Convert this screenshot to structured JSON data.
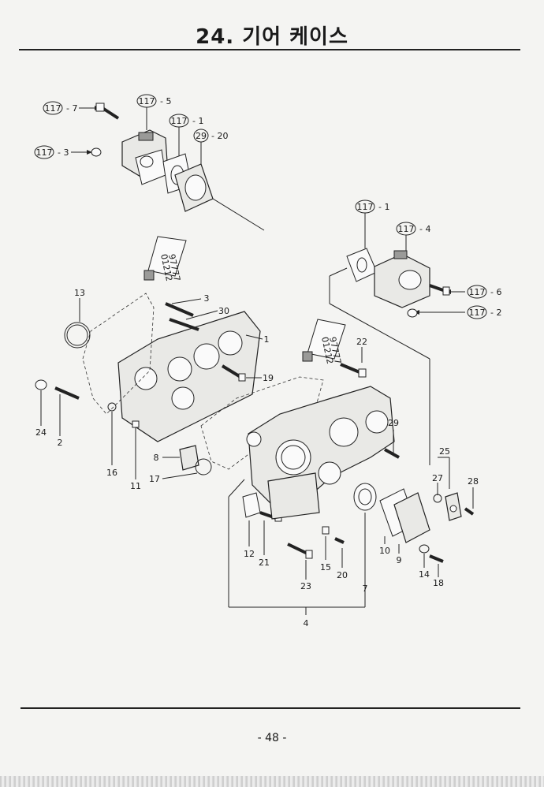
{
  "page": {
    "title": "24. 기어 케이스",
    "page_number": "- 48 -"
  },
  "tubes": [
    {
      "code_line1": "97777",
      "code_line2": "01212"
    },
    {
      "code_line1": "97777",
      "code_line2": "01212"
    }
  ],
  "ref_labels": [
    {
      "circle": "117",
      "suffix": "- 7"
    },
    {
      "circle": "117",
      "suffix": "- 5"
    },
    {
      "circle": "117",
      "suffix": "- 1"
    },
    {
      "circle": "29",
      "suffix": "- 20"
    },
    {
      "circle": "117",
      "suffix": "- 3"
    },
    {
      "circle": "117",
      "suffix": "- 1"
    },
    {
      "circle": "117",
      "suffix": "- 4"
    },
    {
      "circle": "117",
      "suffix": "- 6"
    },
    {
      "circle": "117",
      "suffix": "- 2"
    }
  ],
  "part_labels": [
    "13",
    "3",
    "30",
    "1",
    "22",
    "19",
    "24",
    "2",
    "16",
    "11",
    "8",
    "17",
    "29",
    "25",
    "27",
    "28",
    "12",
    "21",
    "15",
    "20",
    "23",
    "10",
    "9",
    "14",
    "18",
    "7",
    "4"
  ]
}
